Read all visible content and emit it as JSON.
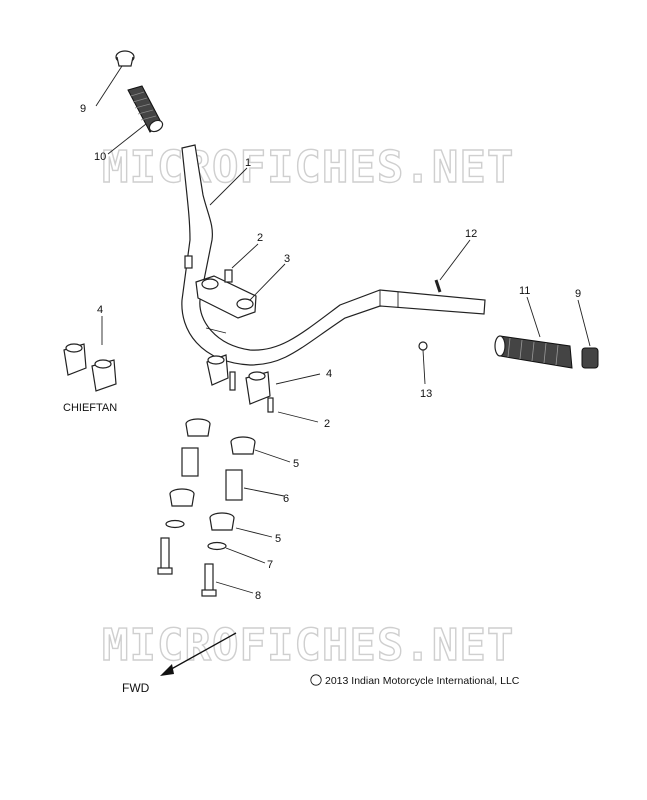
{
  "watermark": "MICROFICHES.NET",
  "callouts": {
    "c1": "1",
    "c2a": "2",
    "c2b": "2",
    "c3": "3",
    "c4a": "4",
    "c4b": "4",
    "c5a": "5",
    "c5b": "5",
    "c6": "6",
    "c7": "7",
    "c8": "8",
    "c9a": "9",
    "c9b": "9",
    "c10": "10",
    "c11": "11",
    "c12": "12",
    "c13": "13"
  },
  "variant_label": "CHIEFTAN",
  "direction_label": "FWD",
  "copyright_symbol": "©",
  "copyright_text": "2013 Indian Motorcycle International, LLC"
}
